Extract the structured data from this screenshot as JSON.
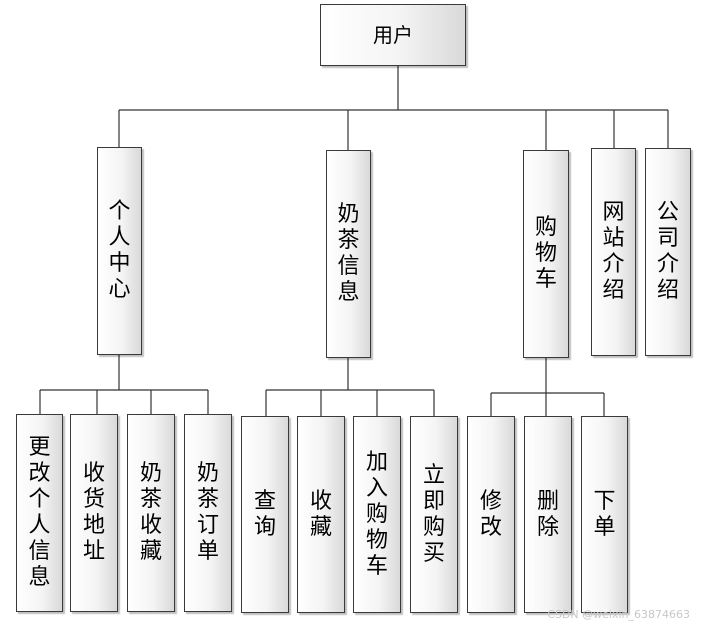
{
  "diagram": {
    "root": "用户",
    "branches": [
      {
        "label": "个人中心",
        "children": [
          "更改个人信息",
          "收货地址",
          "奶茶收藏",
          "奶茶订单"
        ]
      },
      {
        "label": "奶茶信息",
        "children": [
          "查询",
          "收藏",
          "加入购物车",
          "立即购买"
        ]
      },
      {
        "label": "购物车",
        "children": [
          "修改",
          "删除",
          "下单"
        ]
      },
      {
        "label": "网站介绍",
        "children": []
      },
      {
        "label": "公司介绍",
        "children": []
      }
    ]
  },
  "watermark": "CSDN @weixin_63874663",
  "colors": {
    "line": "#333333",
    "border": "#3a3a3a",
    "text": "#000000"
  }
}
